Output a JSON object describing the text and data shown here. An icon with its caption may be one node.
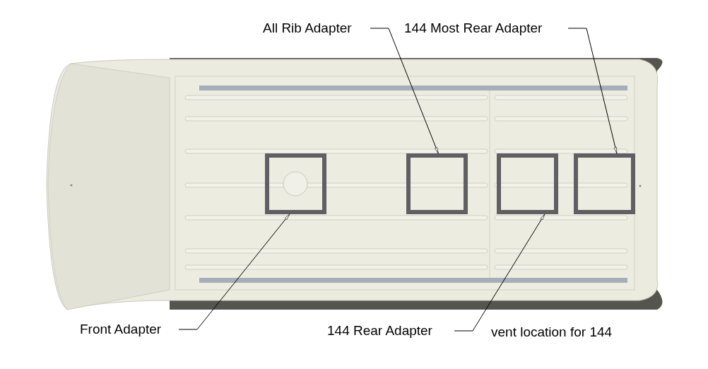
{
  "diagram": {
    "nodes": [
      {
        "text": [
          "All Rib Adapter"
        ]
      },
      {
        "text": [
          "144 Most Rear Adapter"
        ]
      },
      {
        "text": [
          "Front Adapter"
        ]
      },
      {
        "text": [
          "144 Rear Adapter"
        ]
      },
      {
        "text": [],
        "shape": "box"
      },
      {
        "text": [],
        "shape": "box"
      },
      {
        "text": [],
        "shape": "box"
      },
      {
        "text": [],
        "shape": "box"
      }
    ],
    "edges": [
      {
        "from": 0,
        "to": 5,
        "arrow": "to"
      },
      {
        "from": 1,
        "to": 7,
        "arrow": "to"
      },
      {
        "from": 2,
        "to": 4,
        "arrow": "to"
      },
      {
        "from": 3,
        "to": 6,
        "arrow": "to"
      }
    ],
    "labels": [
      "vent location for 144"
    ]
  }
}
